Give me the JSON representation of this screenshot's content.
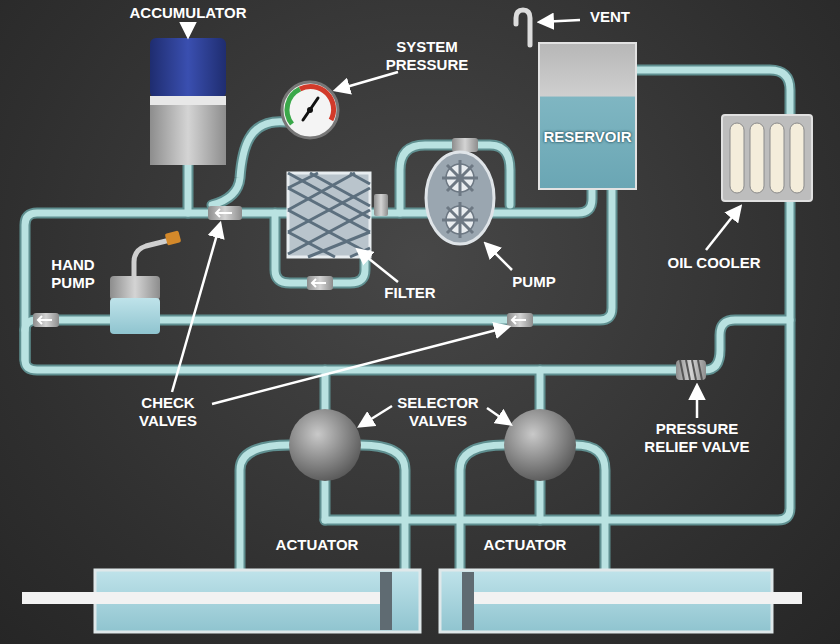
{
  "diagram": {
    "nodes": [
      {
        "text": [
          "RESERVOIR"
        ]
      }
    ],
    "labels": [
      "ACCUMULATOR",
      "SYSTEM PRESSURE",
      "VENT",
      "OIL COOLER",
      "HAND PUMP",
      "FILTER",
      "PUMP",
      "CHECK VALVES",
      "SELECTOR VALVES",
      "PRESSURE RELIEF VALVE",
      "ACTUATOR",
      "ACTUATOR"
    ]
  }
}
